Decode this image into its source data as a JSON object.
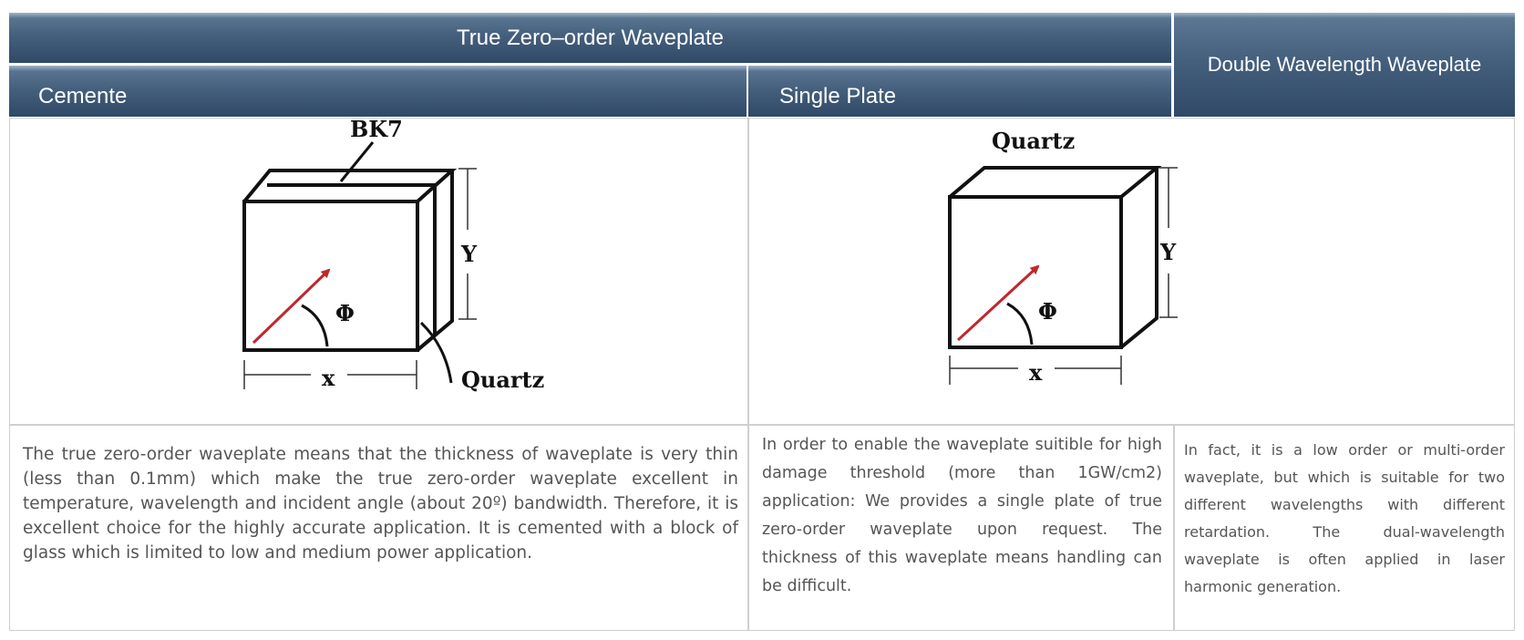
{
  "header": {
    "main_title": "True Zero–order Waveplate",
    "cemente": "Cemente",
    "single_plate": "Single Plate",
    "double_wavelength": "Double Wavelength Waveplate"
  },
  "figures": {
    "cemented": {
      "top_label": "BK7",
      "side_label": "Quartz",
      "y_label": "Y",
      "x_label": "x",
      "angle_label": "Φ"
    },
    "single": {
      "top_label": "Quartz",
      "y_label": "Y",
      "x_label": "x",
      "angle_label": "Φ"
    }
  },
  "colors": {
    "header_top": "#5f7a95",
    "header_bottom": "#2f4966",
    "arrow": "#c0282d",
    "body_text": "#555555"
  },
  "descriptions": {
    "cemented": "The true zero-order waveplate means that the thickness of waveplate is very thin (less than 0.1mm) which make the true zero-order waveplate excellent in temperature, wavelength and incident angle (about 20º) bandwidth. Therefore, it is excellent choice for the highly accurate application. It is cemented with a block of glass which is limited to low and medium power application.",
    "single": "In order to enable the waveplate suitible for high damage threshold (more than 1GW/cm2) application: We provides a single plate of true zero-order waveplate upon request. The thickness of this waveplate means handling can be difficult.",
    "double": "In fact, it is a low order or multi-order waveplate, but which is suitable for two different wavelengths with different retardation. The dual-wavelength waveplate is often applied in laser harmonic generation."
  }
}
